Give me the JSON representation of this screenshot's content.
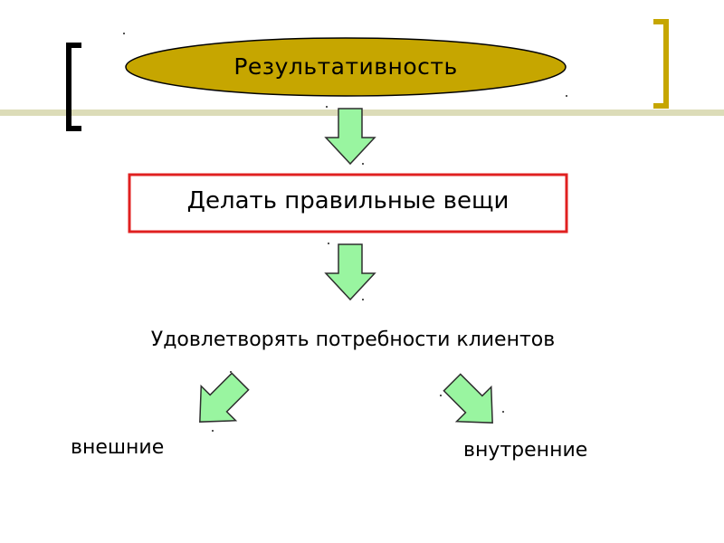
{
  "diagram": {
    "ellipse_text": "Результативность",
    "box_text": "Делать правильные вещи",
    "needs_text": "Удовлетворять потребности клиентов",
    "left_text": "внешние",
    "right_text": "внутренние"
  },
  "colors": {
    "ellipse_fill": "#C6A600",
    "ellipse_stroke": "#000000",
    "box_border": "#E02020",
    "arrow_fill": "#99F5A0",
    "arrow_stroke": "#2E2E2E",
    "bracket_left": "#000000",
    "bracket_right": "#C6A600",
    "rule": "#DCDCB8"
  }
}
